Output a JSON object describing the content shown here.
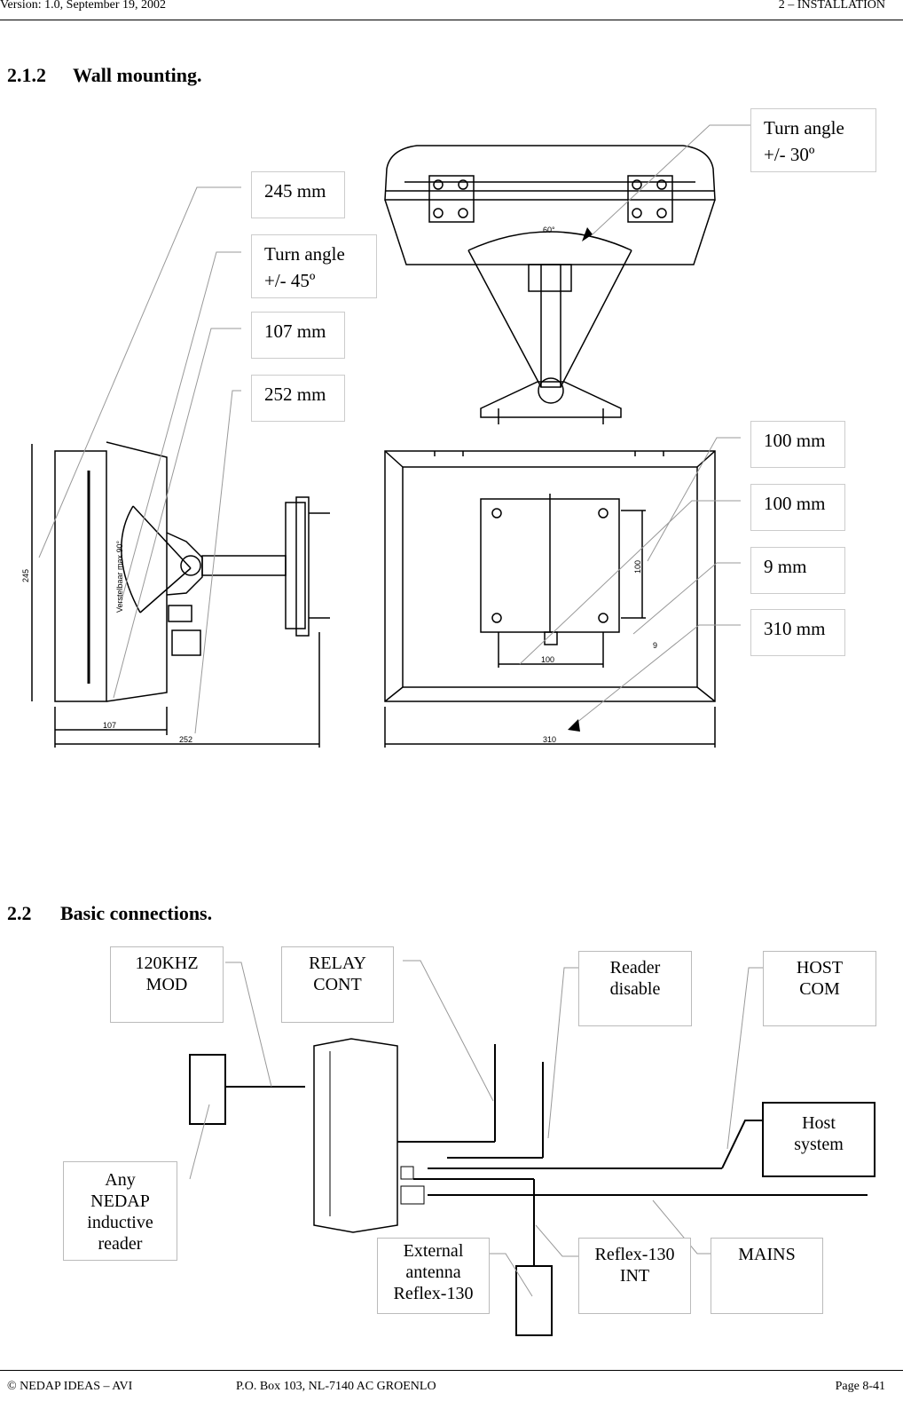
{
  "header": {
    "left": "Version: 1.0, September 19, 2002",
    "right": "2 – INSTALLATION"
  },
  "section1": {
    "number": "2.1.2",
    "title": "Wall mounting."
  },
  "section2": {
    "number": "2.2",
    "title": "Basic connections."
  },
  "wall_callouts": {
    "turn30": [
      "Turn angle",
      "+/- 30º"
    ],
    "d245": "245 mm",
    "turn45": [
      "Turn angle",
      "+/- 45º"
    ],
    "d107": "107 mm",
    "d252": "252 mm",
    "d100a": "100 mm",
    "d100b": "100 mm",
    "d9": "9 mm",
    "d310": "310 mm"
  },
  "drawing_labels": {
    "top_angle": "60°",
    "side_text": "Verstelbaar max 90°",
    "dim_245": "245",
    "dim_107": "107",
    "dim_252": "252",
    "dim_100v": "100",
    "dim_100h": "100",
    "dim_9": "9",
    "dim_310": "310"
  },
  "connections": {
    "mod": [
      "120KHZ",
      "MOD"
    ],
    "relay": [
      "RELAY",
      "CONT"
    ],
    "reader_disable": [
      "Reader",
      "disable"
    ],
    "host_com": [
      "HOST",
      "COM"
    ],
    "host_system": [
      "Host",
      "system"
    ],
    "any_reader": [
      "Any",
      "NEDAP",
      "inductive",
      "reader"
    ],
    "ext_antenna": [
      "External",
      "antenna",
      "Reflex-130"
    ],
    "reflex_int": [
      "Reflex-130",
      "INT"
    ],
    "mains": [
      "MAINS"
    ]
  },
  "footer": {
    "left": "©    NEDAP IDEAS – AVI",
    "center": "P.O. Box 103, NL-7140 AC GROENLO",
    "right": "Page 8-41"
  }
}
